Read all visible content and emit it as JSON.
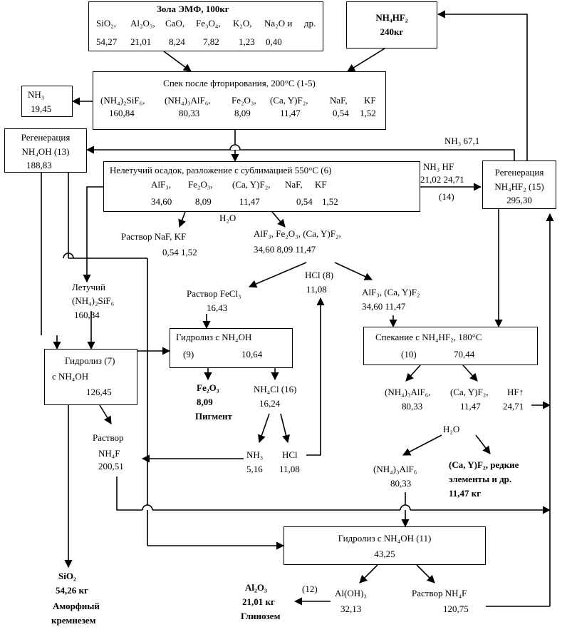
{
  "n1": {
    "title": "Зола ЭМФ, 100кг",
    "comps": [
      "SiO₂,",
      "Al₂O₃,",
      "CaO,",
      "Fe₃O₄,",
      "K₂O,",
      "Na₂O и",
      "др."
    ],
    "vals": [
      "54,27",
      "21,01",
      "8,24",
      "7,82",
      "1,23",
      "0,40"
    ]
  },
  "nh4hf2": {
    "formula": "NH₄HF₂",
    "amount": "240кг"
  },
  "sinter": {
    "title": "Спек после фторирования, 200°С (1-5)",
    "comps": [
      "(NH₄)₂SiF₆,",
      "(NH₄)₃AlF₆,",
      "Fe₂O₃,",
      "(Ca, Y)F₂,",
      "NaF,",
      "KF"
    ],
    "vals": [
      "160,84",
      "80,33",
      "8,09",
      "11,47",
      "0,54",
      "1,52"
    ]
  },
  "nh3_box": {
    "formula": "NH₃",
    "val": "19,45"
  },
  "regen13": {
    "title": "Регенерация",
    "formula": "NH₄OH (13)",
    "val": "188,83"
  },
  "nh3_flow": "NH₃ 67,1",
  "residue": {
    "title": "Нелетучий осадок, разложение с сублимацией 550°С (6)",
    "comps": [
      "AlF₃,",
      "Fe₂O₃,",
      "(Ca, Y)F₂,",
      "NaF,",
      "KF"
    ],
    "vals": [
      "34,60",
      "8,09",
      "11,47",
      "0,54",
      "1,52"
    ]
  },
  "gas14": {
    "label": "NH₃  HF",
    "vals": "21,02  24,71",
    "num": "(14)"
  },
  "regen15": {
    "title": "Регенерация",
    "formula": "NH₄HF₂ (15)",
    "val": "295,30"
  },
  "h2o_a": "H₂O",
  "sol_naf": {
    "label": "Раствор NaF,  KF",
    "vals": "0,54  1,52"
  },
  "mix1": {
    "comps": "AlF₃,     Fe₂O₃,    (Ca, Y)F₂,",
    "vals": "34,60      8,09        11,47"
  },
  "volatile": {
    "title": "Летучий",
    "formula": "(NH₄)₂SiF₆",
    "val": "160,84"
  },
  "fecl3": {
    "label": "Раствор FeCl₃",
    "val": "16,43"
  },
  "hcl8": {
    "label": "HCl (8)",
    "val": "11,08"
  },
  "alf3b": {
    "label": "AlF₃, (Ca, Y)F₂",
    "vals": "34,60  11,47"
  },
  "hydro9": {
    "title": "Гидролиз с NH₄OH",
    "num": "(9)",
    "val": "10,64"
  },
  "hydro7": {
    "title": "Гидролиз (7)",
    "formula": "с NH₄OH",
    "val": "126,45"
  },
  "sinter10": {
    "title": "Спекание с NH₄HF₂, 180°С",
    "num": "(10)",
    "val": "70,44"
  },
  "fe2o3": {
    "formula": "Fe₂O₃",
    "val": "8,09",
    "name": "Пигмент"
  },
  "nh4cl": {
    "label": "NH₄Cl (16)",
    "val": "16,24"
  },
  "out10": {
    "a": "(NH₄)₃AlF₆,",
    "av": "80,33",
    "b": "(Ca, Y)F₂,",
    "bv": "11,47",
    "c": "HF↑",
    "cv": "24,71"
  },
  "h2o_b": "H₂O",
  "sol_nh4f_a": {
    "label": "Раствор",
    "formula": "NH₄F",
    "val": "200,51"
  },
  "nh3_b": {
    "label": "NH₃",
    "val": "5,16"
  },
  "hcl_b": {
    "label": "HCl",
    "val": "11,08"
  },
  "nh4alf6": {
    "label": "(NH₄)₃AlF₆",
    "val": "80,33"
  },
  "cayf2": {
    "l1": "(Ca, Y)F₂, редкие",
    "l2": "элементы и др.",
    "l3": "11,47 кг"
  },
  "hydro11": {
    "title": "Гидролиз  с NH₄OH (11)",
    "val": "43,25"
  },
  "sio2": {
    "formula": "SiO₂",
    "val": "54,26 кг",
    "l1": "Аморфный",
    "l2": "кремнезем"
  },
  "al2o3": {
    "formula": "Al₂O₃",
    "val": "21,01 кг",
    "name": "Глинозем"
  },
  "step12": "(12)",
  "aloh": {
    "label": "Al(OH)₃",
    "val": "32,13"
  },
  "sol_nh4f_b": {
    "label": "Раствор NH₄F",
    "val": "120,75"
  }
}
